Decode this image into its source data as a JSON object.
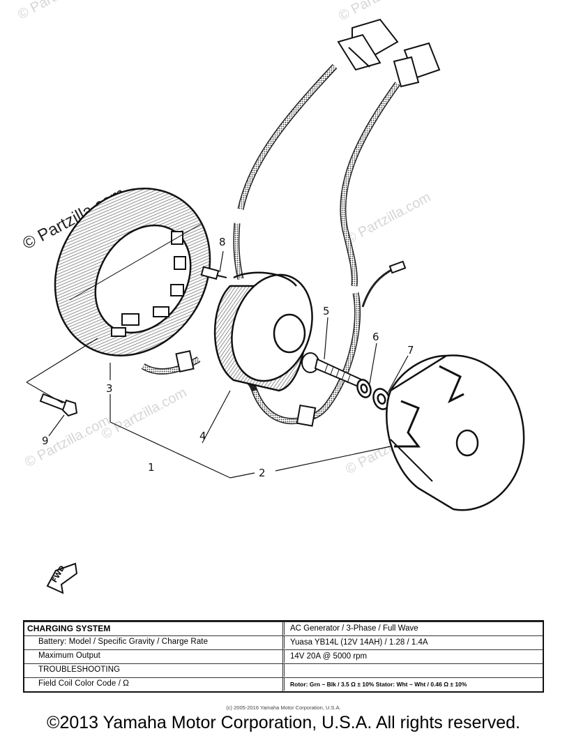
{
  "watermark": {
    "text": "© Partzilla.com"
  },
  "callouts": [
    "1",
    "2",
    "3",
    "4",
    "5",
    "6",
    "7",
    "8",
    "9"
  ],
  "fwd_label": "FWD",
  "spec_table": {
    "header": {
      "label": "CHARGING SYSTEM",
      "value": "AC Generator / 3-Phase / Full Wave"
    },
    "rows": [
      {
        "label": "Battery: Model / Specific Gravity / Charge Rate",
        "value": "Yuasa YB14L (12V 14AH) / 1.28 / 1.4A"
      },
      {
        "label": "Maximum Output",
        "value": "14V 20A @ 5000 rpm"
      },
      {
        "label": "TROUBLESHOOTING",
        "value": ""
      },
      {
        "label": "Field Coil Color Code / Ω",
        "value": "Rotor: Grn ~ Blk / 3.5 Ω ± 10%  Stator: Wht ~ Wht / 0.46 Ω ± 10%"
      }
    ]
  },
  "small_copyright": "(c) 2005-2016 Yamaha Motor Corporation, U.S.A.",
  "copyright": "©2013 Yamaha Motor Corporation, U.S.A. All rights reserved."
}
